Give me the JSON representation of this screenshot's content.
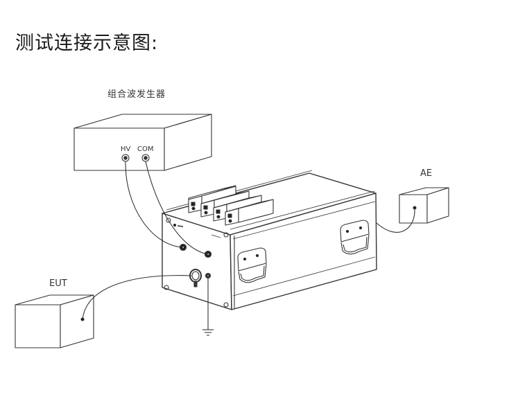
{
  "title": "测试连接示意图:",
  "devices": {
    "generator": {
      "label": "组合波发生器",
      "ports": [
        "HV",
        "COM"
      ]
    },
    "auxiliary": {
      "label": "AE"
    },
    "eut": {
      "label": "EUT"
    }
  },
  "colors": {
    "line": "#333333",
    "background": "#ffffff"
  }
}
